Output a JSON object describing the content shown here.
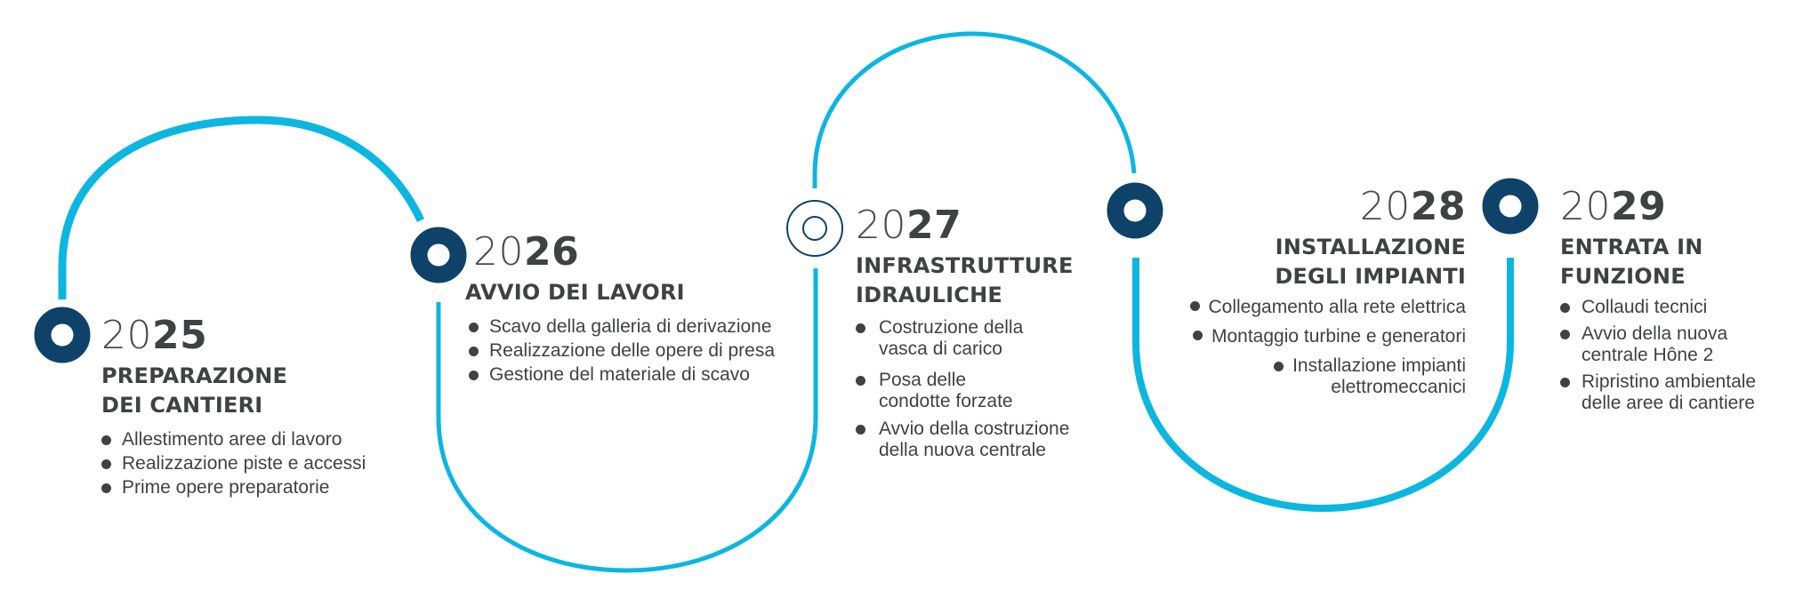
{
  "colors": {
    "path": "#0bb6e0",
    "marker": "#0e4269",
    "text": "#404143",
    "background": "#ffffff"
  },
  "milestones": [
    {
      "year_prefix": "20",
      "year_suffix": "25",
      "marker": "filled-ring",
      "title_lines": [
        "PREPARAZIONE",
        "DEI CANTIERI"
      ],
      "bullets": [
        [
          "Allestimento aree di lavoro"
        ],
        [
          "Realizzazione piste e accessi"
        ],
        [
          "Prime opere preparatorie"
        ]
      ]
    },
    {
      "year_prefix": "20",
      "year_suffix": "26",
      "marker": "filled-ring",
      "title_lines": [
        "AVVIO DEI LAVORI"
      ],
      "bullets": [
        [
          "Scavo della galleria di derivazione"
        ],
        [
          "Realizzazione delle opere di presa"
        ],
        [
          "Gestione del materiale di scavo"
        ]
      ]
    },
    {
      "year_prefix": "20",
      "year_suffix": "27",
      "marker": "outline-double-ring",
      "title_lines": [
        "INFRASTRUTTURE",
        "IDRAULICHE"
      ],
      "bullets": [
        [
          "Costruzione della",
          "vasca di carico"
        ],
        [
          "Posa delle",
          "condotte forzate"
        ],
        [
          "Avvio della costruzione",
          "della nuova centrale"
        ]
      ]
    },
    {
      "year_prefix": "20",
      "year_suffix": "28",
      "marker": "filled-ring",
      "title_lines": [
        "INSTALLAZIONE",
        "DEGLI IMPIANTI"
      ],
      "bullets": [
        [
          "Collegamento alla rete elettrica"
        ],
        [
          "Montaggio turbine e generatori"
        ],
        [
          "Installazione impianti",
          "elettromeccanici"
        ]
      ]
    },
    {
      "year_prefix": "20",
      "year_suffix": "29",
      "marker": "filled-ring",
      "title_lines": [
        "ENTRATA IN",
        "FUNZIONE"
      ],
      "bullets": [
        [
          "Collaudi tecnici"
        ],
        [
          "Avvio della nuova",
          "centrale Hône 2"
        ],
        [
          "Ripristino ambientale",
          "delle aree di cantiere"
        ]
      ]
    }
  ]
}
